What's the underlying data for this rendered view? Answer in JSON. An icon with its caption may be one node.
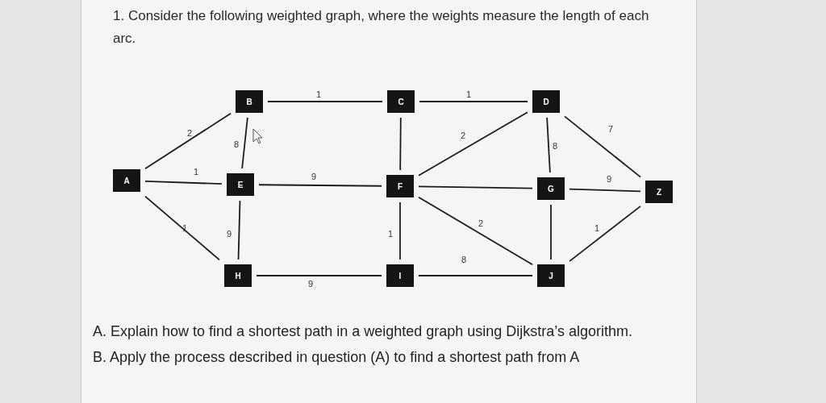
{
  "diagram": {
    "title": "1. Consider the following weighted graph, where the weights measure the length of each arc.",
    "nodes": [
      {
        "text": [
          "A"
        ]
      },
      {
        "text": [
          "B"
        ]
      },
      {
        "text": [
          "C"
        ]
      },
      {
        "text": [
          "D"
        ]
      },
      {
        "text": [
          "E"
        ]
      },
      {
        "text": [
          "F"
        ]
      },
      {
        "text": [
          "G"
        ]
      },
      {
        "text": [
          "Z"
        ]
      },
      {
        "text": [
          "H"
        ]
      },
      {
        "text": [
          "I"
        ]
      },
      {
        "text": [
          "J"
        ]
      }
    ],
    "edges": [
      {
        "from": 0,
        "to": 1,
        "arrow": "none",
        "label": "2"
      },
      {
        "from": 0,
        "to": 4,
        "arrow": "none",
        "label": "1"
      },
      {
        "from": 0,
        "to": 8,
        "arrow": "none",
        "label": "1"
      },
      {
        "from": 1,
        "to": 2,
        "arrow": "none",
        "label": "1"
      },
      {
        "from": 1,
        "to": 4,
        "arrow": "none",
        "label": "8"
      },
      {
        "from": 4,
        "to": 5,
        "arrow": "none",
        "label": "9"
      },
      {
        "from": 4,
        "to": 8,
        "arrow": "none",
        "label": "9"
      },
      {
        "from": 8,
        "to": 9,
        "arrow": "none",
        "label": "9"
      },
      {
        "from": 2,
        "to": 5,
        "arrow": "none"
      },
      {
        "from": 5,
        "to": 9,
        "arrow": "none",
        "label": "1"
      },
      {
        "from": 2,
        "to": 3,
        "arrow": "none",
        "label": "1"
      },
      {
        "from": 5,
        "to": 3,
        "arrow": "none",
        "label": "2"
      },
      {
        "from": 3,
        "to": 6,
        "arrow": "none",
        "label": "8"
      },
      {
        "from": 3,
        "to": 7,
        "arrow": "none",
        "label": "7"
      },
      {
        "from": 5,
        "to": 6,
        "arrow": "none"
      },
      {
        "from": 6,
        "to": 7,
        "arrow": "none",
        "label": "9"
      },
      {
        "from": 5,
        "to": 10,
        "arrow": "none",
        "label": "2"
      },
      {
        "from": 6,
        "to": 10,
        "arrow": "none"
      },
      {
        "from": 10,
        "to": 7,
        "arrow": "none",
        "label": "1"
      },
      {
        "from": 9,
        "to": 10,
        "arrow": "none",
        "label": "8"
      }
    ],
    "labels": [
      "A. Explain how to find a shortest path in a weighted graph using Dijkstra’s algorithm.",
      "B. Apply the process described in question (A) to find a shortest path from A"
    ]
  }
}
